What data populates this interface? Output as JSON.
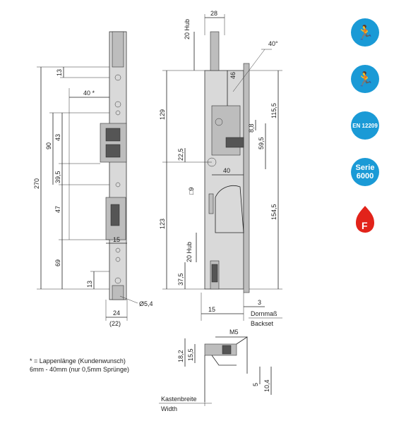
{
  "dims": {
    "d13_top": "13",
    "d40_star": "40 *",
    "d90": "90",
    "d43": "43",
    "d39_5": "39,5",
    "d270": "270",
    "d47": "47",
    "d15_mid": "15",
    "d69": "69",
    "d13_bot": "13",
    "d24": "24",
    "d22p": "(22)",
    "d5_4": "Ø5,4",
    "d20hub_top": "20 Hub",
    "d28": "28",
    "d40deg": "40°",
    "d46": "46",
    "d129": "129",
    "d115_5": "115,5",
    "d8_8": "8,8",
    "d59_5": "59,5",
    "d22_5": "22,5",
    "d40": "40",
    "d9box": "□9",
    "d123": "123",
    "d154_5": "154,5",
    "d20hub_bot": "20 Hub",
    "d37_5": "37,5",
    "d15_bot": "15",
    "d3": "3",
    "dornmass": "Dornmaß",
    "backset": "Backset",
    "m5": "M5",
    "d18_2": "18,2",
    "d15_5": "15,5",
    "d5": "5",
    "d10_4": "10,4",
    "kastenbreite": "Kastenbreite",
    "width": "Width"
  },
  "notes": {
    "line1": "* = Lappenlänge  (Kundenwunsch)",
    "line2": "6mm - 40mm    (nur 0,5mm Sprünge)"
  },
  "badges": {
    "en": "EN 12209",
    "serie_line1": "Serie",
    "serie_line2": "6000",
    "fire_letter": "F"
  },
  "colors": {
    "badge_blue": "#1a9ad6",
    "fire_red": "#e2231a"
  }
}
